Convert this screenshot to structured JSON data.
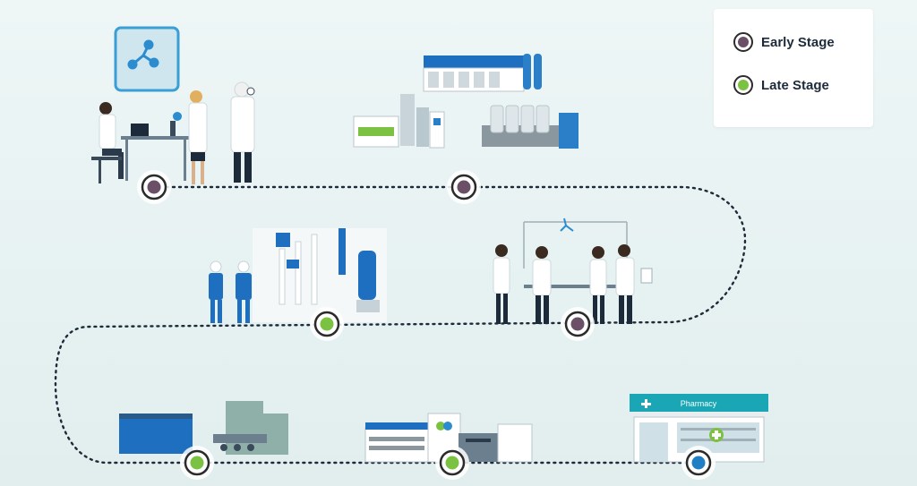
{
  "legend": {
    "items": [
      {
        "label": "Early Stage",
        "color": "#6a4f66"
      },
      {
        "label": "Late Stage",
        "color": "#7cc242"
      }
    ]
  },
  "stages": [
    {
      "name": "research-lab",
      "stage": "early"
    },
    {
      "name": "manufacturing-plant",
      "stage": "early"
    },
    {
      "name": "process-equipment",
      "stage": "late"
    },
    {
      "name": "clinical-team",
      "stage": "early"
    },
    {
      "name": "production-line",
      "stage": "late"
    },
    {
      "name": "packaging-facility",
      "stage": "late"
    },
    {
      "name": "pharmacy",
      "stage": "market"
    }
  ],
  "pharmacy": {
    "sign": "Pharmacy"
  },
  "colors": {
    "early": "#6a4f66",
    "late": "#7cc242",
    "market": "#1f7fc4",
    "path": "#1c2a3a",
    "brand": "#0b5db3",
    "accent": "#7cc242"
  }
}
